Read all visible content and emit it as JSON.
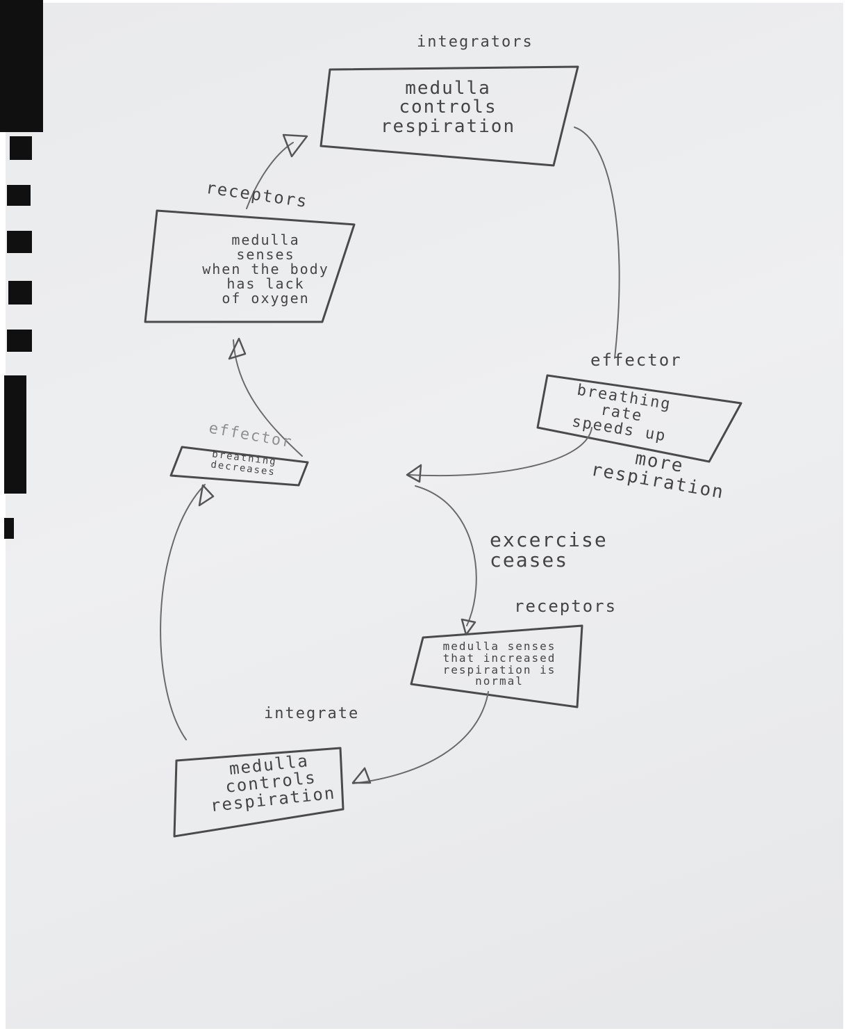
{
  "stages": {
    "top_integrator": {
      "label": "integrators",
      "text": "medulla\ncontrols\nrespiration"
    },
    "left_receptor": {
      "label": "receptors",
      "text": "medulla\nsenses\nwhen the body\nhas lack\nof oxygen"
    },
    "right_effector": {
      "label": "effector",
      "text": "breathing\nrate\nspeeds up"
    },
    "left_effector": {
      "label": "effector",
      "text": "breathing\ndecreases"
    },
    "bottom_receptor": {
      "label": "receptors",
      "text": "medulla senses\nthat increased\nrespiration is normal"
    },
    "bottom_integrator": {
      "label": "integrate",
      "text": "medulla\ncontrols\nrespiration"
    }
  },
  "notes": {
    "more_respiration": "more\nrespiration",
    "exercise_ceases": "excercise\nceases"
  },
  "colors": {
    "ink": "#4a4a4a",
    "paper": "#eaebed",
    "binder": "#101010"
  }
}
